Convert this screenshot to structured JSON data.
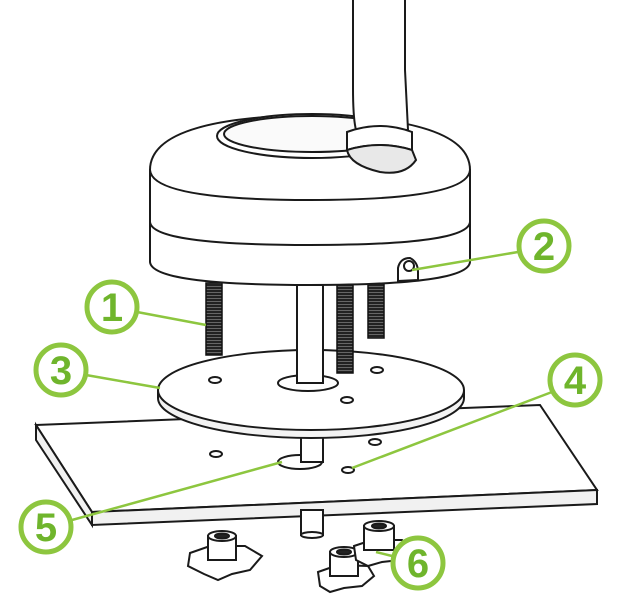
{
  "callouts": [
    {
      "id": "1",
      "label": "1"
    },
    {
      "id": "2",
      "label": "2"
    },
    {
      "id": "3",
      "label": "3"
    },
    {
      "id": "4",
      "label": "4"
    },
    {
      "id": "5",
      "label": "5"
    },
    {
      "id": "6",
      "label": "6"
    }
  ],
  "colors": {
    "callout_stroke": "#8dc63f",
    "callout_fill": "#ffffff",
    "callout_text": "#6fb52c",
    "line_art": "#1a1a1a"
  },
  "icons": [
    "sensor-housing",
    "mounting-pole",
    "threaded-bolt",
    "spacer-plate",
    "mounting-surface",
    "star-knob-nut"
  ]
}
